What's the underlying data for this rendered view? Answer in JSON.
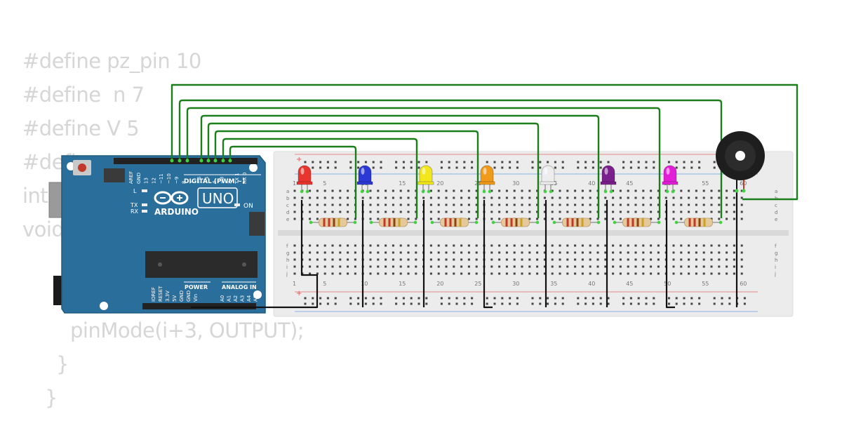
{
  "code_lines": [
    "#define pz_pin 10",
    "#define  n 7",
    "#define V 5",
    "#define",
    "int",
    "void",
    "pinMode(i+3, OUTPUT);",
    "}",
    "}"
  ],
  "arduino": {
    "brand": "ARDUINO",
    "model": "UNO",
    "digital_header": "DIGITAL (PWM ~)",
    "power_header": "POWER",
    "analog_header": "ANALOG IN",
    "on_label": "ON",
    "led_labels": [
      "L",
      "TX",
      "RX"
    ],
    "digital_pins": [
      "AREF",
      "GND",
      "13",
      "12",
      "~11",
      "~10",
      "~9",
      "8",
      "7",
      "~6",
      "~5",
      "4",
      "~3",
      "2",
      "TX 1",
      "RX 0"
    ],
    "power_pins": [
      "IOREF",
      "RESET",
      "3.3V",
      "5V",
      "GND",
      "GND",
      "Vin"
    ],
    "analog_pins": [
      "A0",
      "A1",
      "A2",
      "A3",
      "A4",
      "A5"
    ]
  },
  "breadboard": {
    "row_letters_top": [
      "a",
      "b",
      "c",
      "d",
      "e"
    ],
    "row_letters_bottom": [
      "f",
      "g",
      "h",
      "i",
      "j"
    ],
    "column_numbers": [
      "1",
      "5",
      "10",
      "15",
      "20",
      "25",
      "30",
      "35",
      "40",
      "45",
      "50",
      "55",
      "60"
    ],
    "rail_plus": "+",
    "rail_minus": "-"
  },
  "leds": [
    {
      "color": "red",
      "hex": "#e8362e"
    },
    {
      "color": "blue",
      "hex": "#2b38d6"
    },
    {
      "color": "yellow",
      "hex": "#f2e61c"
    },
    {
      "color": "orange",
      "hex": "#f09a1c"
    },
    {
      "color": "white",
      "hex": "#ededed"
    },
    {
      "color": "purple",
      "hex": "#7a1f8c"
    },
    {
      "color": "magenta",
      "hex": "#e21fd6"
    }
  ],
  "colors": {
    "code_text": "#d6d6d6",
    "board_blue": "#2a6f9c",
    "board_edge": "#1f5b82",
    "breadboard": "#ececec",
    "wire_green": "#1a7f1a",
    "wire_black": "#111111",
    "pin_green": "#3fd33f"
  },
  "components": {
    "resistor_count": 7,
    "buzzer": "piezo buzzer"
  }
}
